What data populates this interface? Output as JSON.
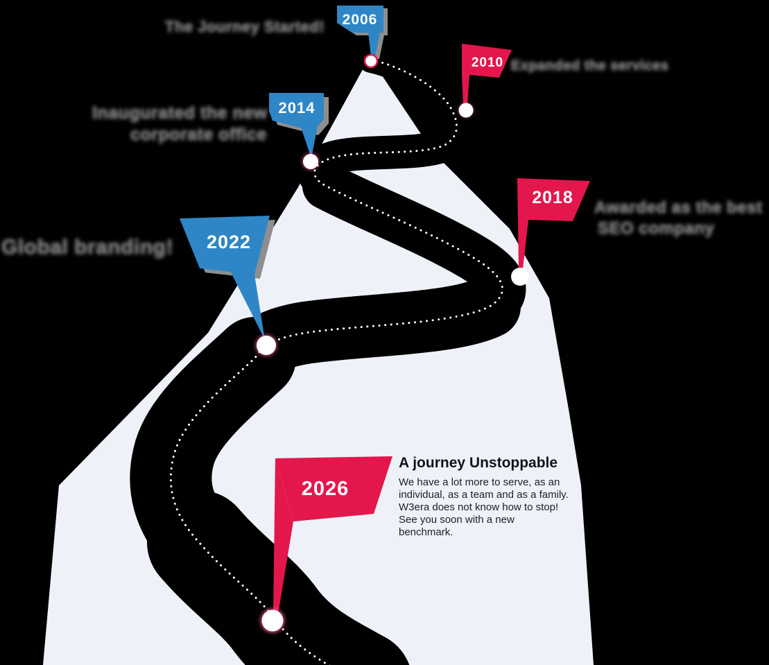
{
  "infographic": {
    "kind": "journey-roadmap-timeline",
    "note": {
      "heading": "A journey Unstoppable",
      "lines": [
        "We have a lot more to serve, as an",
        "individual, as a team and as a family.",
        "W3era does not know how to stop!",
        "See you soon with a new",
        "benchmark."
      ]
    }
  },
  "colors": {
    "background": "#000000",
    "mountain": "#eef2f8",
    "road": "#000000",
    "center_line": "#ffffff",
    "flag_blue": "#2e86c6",
    "flag_red": "#e3174c",
    "flag_shadow": "#8e8e8e",
    "obscured_text": "#7e7e82",
    "dot_fill": "#ffffff",
    "dot_ring_red": "#e3174c",
    "dot_glow_pink": "#ff5f93"
  },
  "milestones": [
    {
      "year": "2006",
      "flag_color": "blue",
      "label_legible": false,
      "label_lines": [
        "The Journey Started!"
      ]
    },
    {
      "year": "2010",
      "flag_color": "red",
      "label_legible": false,
      "label_lines": [
        "Expanded the services"
      ]
    },
    {
      "year": "2014",
      "flag_color": "blue",
      "label_legible": false,
      "label_lines": [
        "Inaugurated the new",
        "corporate office"
      ]
    },
    {
      "year": "2018",
      "flag_color": "red",
      "label_legible": false,
      "label_lines": [
        "Awarded as the best",
        "SEO company"
      ]
    },
    {
      "year": "2022",
      "flag_color": "blue",
      "label_legible": false,
      "label_lines": [
        "Global branding!"
      ]
    },
    {
      "year": "2026",
      "flag_color": "red",
      "label_legible": true,
      "label_lines": []
    }
  ]
}
